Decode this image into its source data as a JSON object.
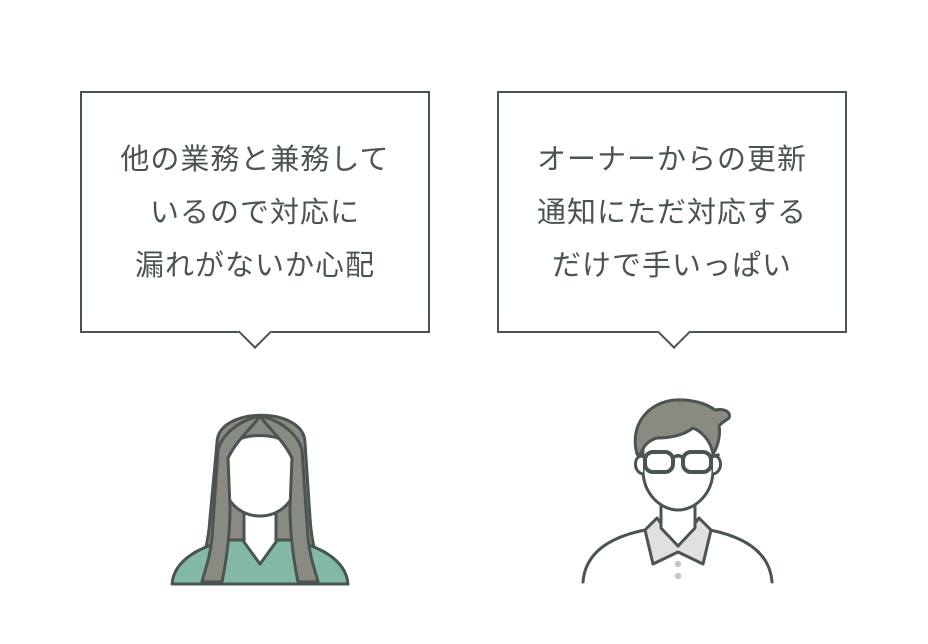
{
  "speech_bubbles": {
    "left": {
      "lines": [
        "他の業務と兼務して",
        "いるので対応に",
        "漏れがないか心配"
      ]
    },
    "right": {
      "lines": [
        "オーナーからの更新",
        "通知にただ対応する",
        "だけで手いっぱい"
      ]
    }
  },
  "characters": {
    "left": {
      "icon": "woman-avatar-icon"
    },
    "right": {
      "icon": "man-with-glasses-avatar-icon"
    }
  },
  "colors": {
    "outline": "#4a5453",
    "hair": "#8a8b80",
    "woman_shirt": "#82b8a4",
    "man_collar": "#dfe1e1",
    "background": "#ffffff"
  }
}
